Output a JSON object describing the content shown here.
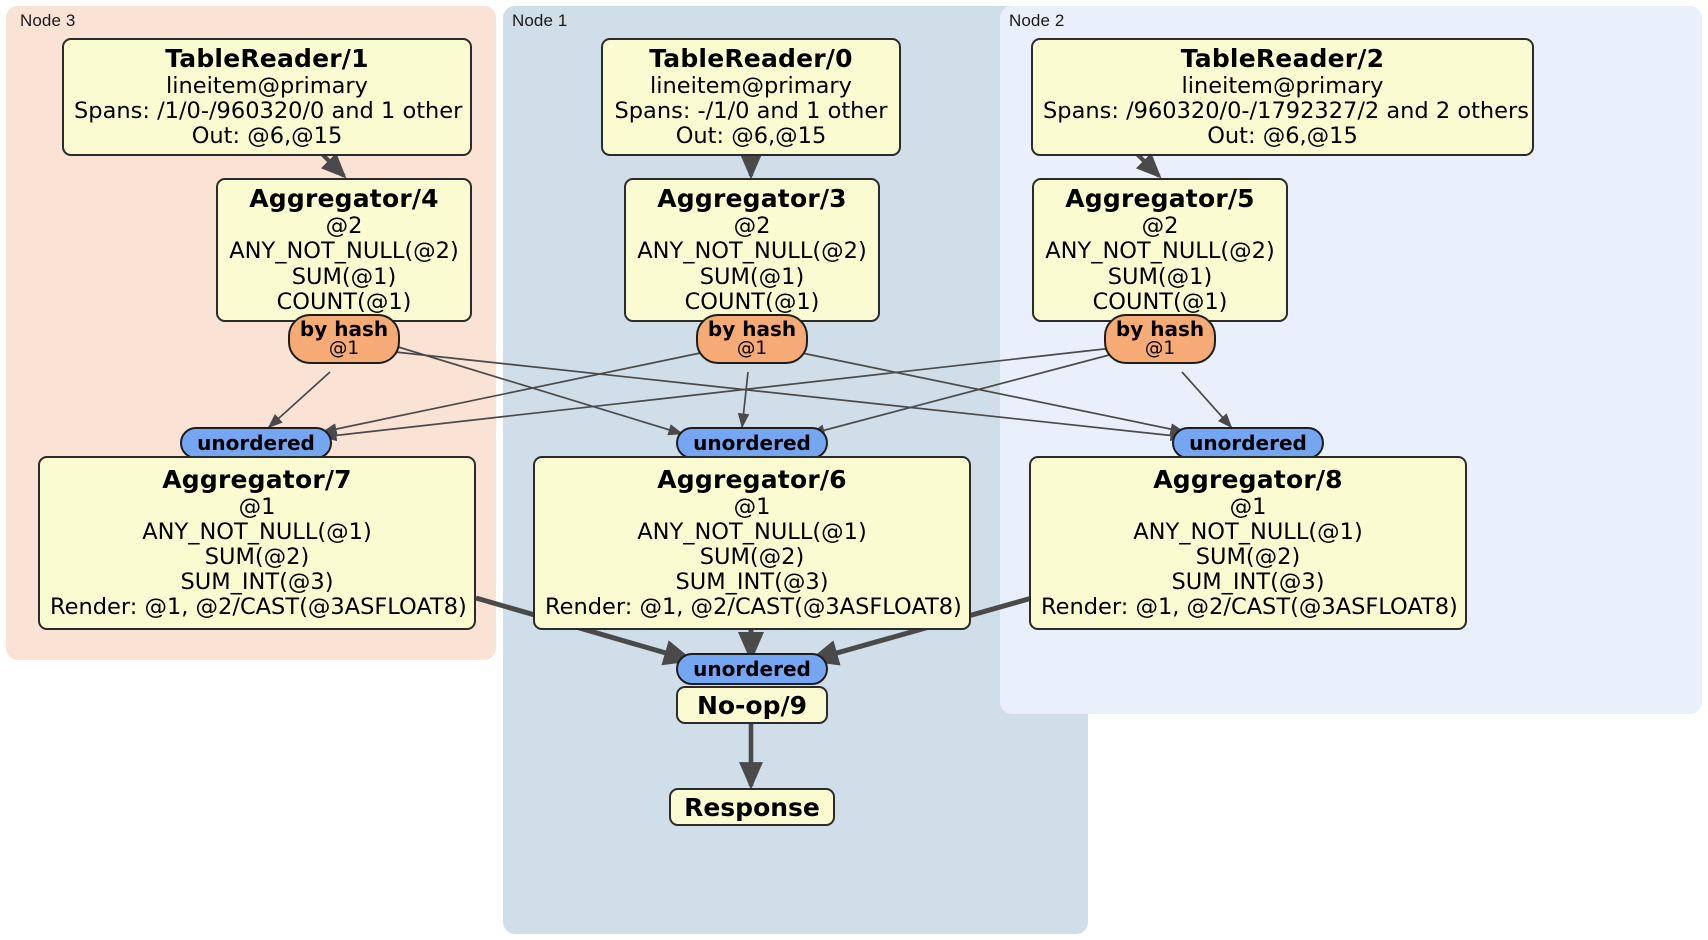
{
  "diagram": {
    "type": "distributed-query-plan",
    "colors": {
      "node3_panel": "#fae2d5",
      "node1_panel": "#cfdee9",
      "node2_panel": "#eaf0fb",
      "processor_box": "#fbfbd2",
      "hash_router": "#f6ab77",
      "unordered_router": "#74a6f2",
      "edge": "#4a4a4a",
      "border": "#2b2b2b"
    }
  },
  "panels": [
    {
      "id": "node3",
      "label": "Node 3"
    },
    {
      "id": "node1",
      "label": "Node 1"
    },
    {
      "id": "node2",
      "label": "Node 2"
    }
  ],
  "processors": {
    "table_reader_1": {
      "title": "TableReader/1",
      "lines": [
        "lineitem@primary",
        "Spans: /1/0-/960320/0 and 1 other",
        "Out: @6,@15"
      ]
    },
    "table_reader_0": {
      "title": "TableReader/0",
      "lines": [
        "lineitem@primary",
        "Spans: -/1/0 and 1 other",
        "Out: @6,@15"
      ]
    },
    "table_reader_2": {
      "title": "TableReader/2",
      "lines": [
        "lineitem@primary",
        "Spans: /960320/0-/1792327/2 and 2 others",
        "Out: @6,@15"
      ]
    },
    "aggregator_4": {
      "title": "Aggregator/4",
      "lines": [
        "@2",
        "ANY_NOT_NULL(@2)",
        "SUM(@1)",
        "COUNT(@1)"
      ]
    },
    "aggregator_3": {
      "title": "Aggregator/3",
      "lines": [
        "@2",
        "ANY_NOT_NULL(@2)",
        "SUM(@1)",
        "COUNT(@1)"
      ]
    },
    "aggregator_5": {
      "title": "Aggregator/5",
      "lines": [
        "@2",
        "ANY_NOT_NULL(@2)",
        "SUM(@1)",
        "COUNT(@1)"
      ]
    },
    "aggregator_7": {
      "title": "Aggregator/7",
      "lines": [
        "@1",
        "ANY_NOT_NULL(@1)",
        "SUM(@2)",
        "SUM_INT(@3)",
        "Render: @1, @2/CAST(@3ASFLOAT8)"
      ]
    },
    "aggregator_6": {
      "title": "Aggregator/6",
      "lines": [
        "@1",
        "ANY_NOT_NULL(@1)",
        "SUM(@2)",
        "SUM_INT(@3)",
        "Render: @1, @2/CAST(@3ASFLOAT8)"
      ]
    },
    "aggregator_8": {
      "title": "Aggregator/8",
      "lines": [
        "@1",
        "ANY_NOT_NULL(@1)",
        "SUM(@2)",
        "SUM_INT(@3)",
        "Render: @1, @2/CAST(@3ASFLOAT8)"
      ]
    },
    "noop_9": {
      "title": "No-op/9"
    },
    "response": {
      "title": "Response"
    }
  },
  "routers": {
    "hash_4": {
      "main": "by hash",
      "sub": "@1"
    },
    "hash_3": {
      "main": "by hash",
      "sub": "@1"
    },
    "hash_5": {
      "main": "by hash",
      "sub": "@1"
    },
    "unordered_7": {
      "main": "unordered"
    },
    "unordered_6": {
      "main": "unordered"
    },
    "unordered_8": {
      "main": "unordered"
    },
    "unordered_final": {
      "main": "unordered"
    }
  }
}
